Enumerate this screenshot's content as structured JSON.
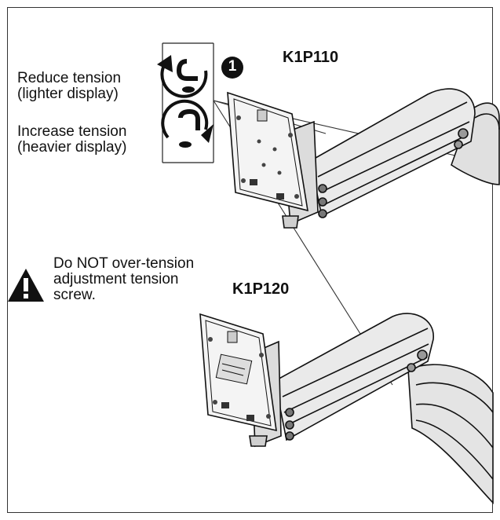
{
  "step": {
    "number": "1"
  },
  "tension": {
    "reduce_line1": "Reduce tension",
    "reduce_line2": "(lighter display)",
    "increase_line1": "Increase tension",
    "increase_line2": "(heavier display)"
  },
  "warning": {
    "line1": "Do NOT over-tension",
    "line2": "adjustment tension",
    "line3": "screw."
  },
  "models": {
    "top": "K1P110",
    "bottom": "K1P120"
  },
  "colors": {
    "ink": "#111111",
    "arm_fill": "#e6e6e6",
    "arm_dark": "#9a9a9a"
  }
}
